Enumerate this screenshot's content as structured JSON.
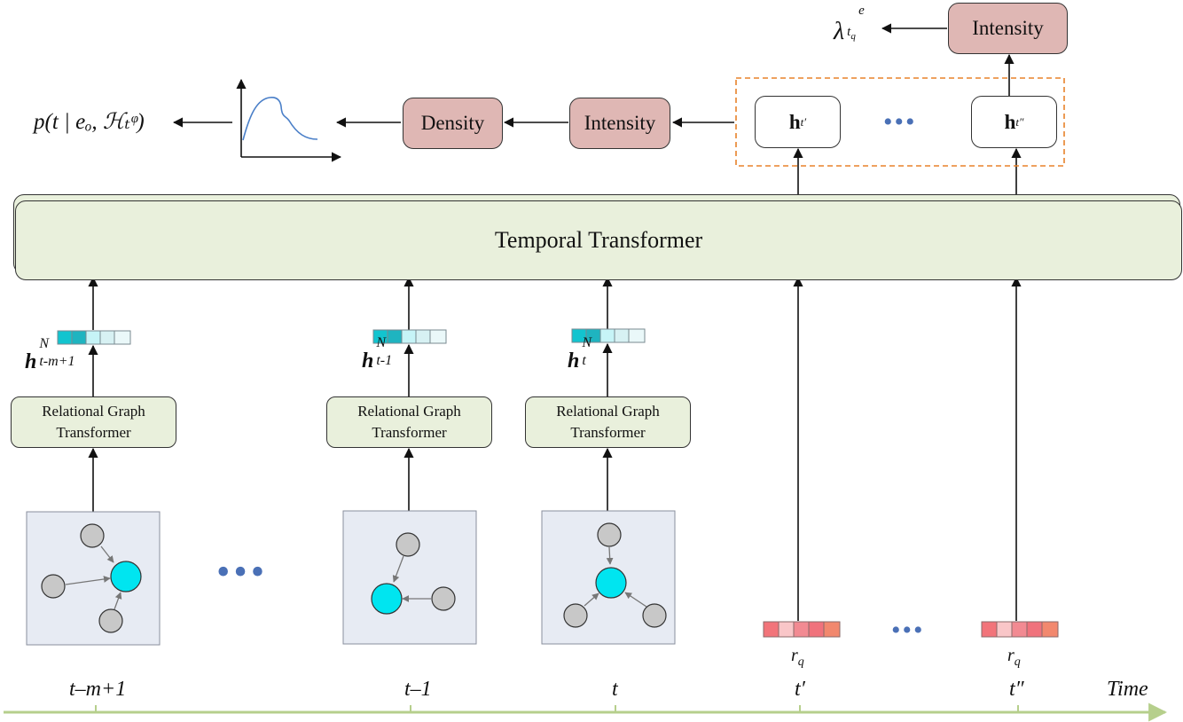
{
  "temporal_transformer": {
    "label": "Temporal Transformer"
  },
  "rgt_label": "Relational Graph Transformer",
  "top_chain": {
    "density_label": "Density",
    "intensity_label": "Intensity",
    "output_formula": "p(t | eₒ, ℋₜᵠ)"
  },
  "query_intensity": {
    "label": "Intensity",
    "output_formula": "λ"
  },
  "hidden_states": {
    "h1": {
      "symbol": "h",
      "sub": "t′"
    },
    "h2": {
      "symbol": "h",
      "sub": "t″"
    },
    "ellipsis": "•••"
  },
  "snapshots": [
    {
      "embed": "h",
      "sup": "N",
      "sub": "t-m+1",
      "time": "t–m+1"
    },
    {
      "embed": "h",
      "sup": "N",
      "sub": "t-1",
      "time": "t–1"
    },
    {
      "embed": "h",
      "sup": "N",
      "sub": "t",
      "time": "t"
    }
  ],
  "queries": [
    {
      "label": "r",
      "sub": "q",
      "time": "t′"
    },
    {
      "label": "r",
      "sub": "q",
      "time": "t″"
    }
  ],
  "ellipsis": "•••",
  "time_axis_label": "Time",
  "colors": {
    "transformer_fill": "#e9f0dc",
    "pink_fill": "#dfb7b4",
    "graph_bg": "#e7ebf3",
    "center_node": "#00e5f0",
    "neighbor_node": "#c8c8c8",
    "dashed_orange": "#e8822a",
    "time_axis": "#b6cf8c",
    "ellipsis_blue": "#4a70b6"
  }
}
